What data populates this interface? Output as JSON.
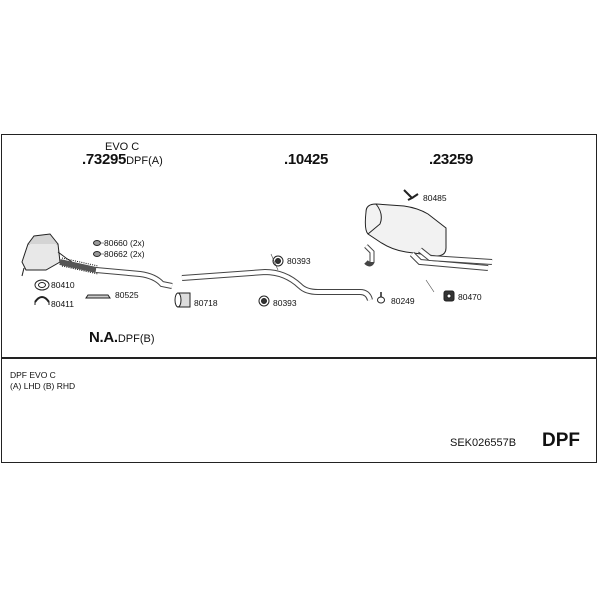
{
  "header": {
    "evo_label": "EVO C",
    "main_part_1_number": ".73295",
    "main_part_1_suffix": "DPF(A)",
    "main_part_2_number": ".10425",
    "main_part_3_number": ".23259",
    "main_part_4_number": "N.A.",
    "main_part_4_suffix": "DPF(B)"
  },
  "parts": {
    "p80660": "80660 (2x)",
    "p80662": "80662 (2x)",
    "p80410": "80410",
    "p80411": "80411",
    "p80525": "80525",
    "p80718": "80718",
    "p80393a": "80393",
    "p80393b": "80393",
    "p80249": "80249",
    "p80485": "80485",
    "p80470": "80470"
  },
  "notes": {
    "line1": "DPF EVO C",
    "line2": "(A) LHD (B) RHD"
  },
  "footer": {
    "sku": "SEK026557B",
    "type": "DPF"
  }
}
